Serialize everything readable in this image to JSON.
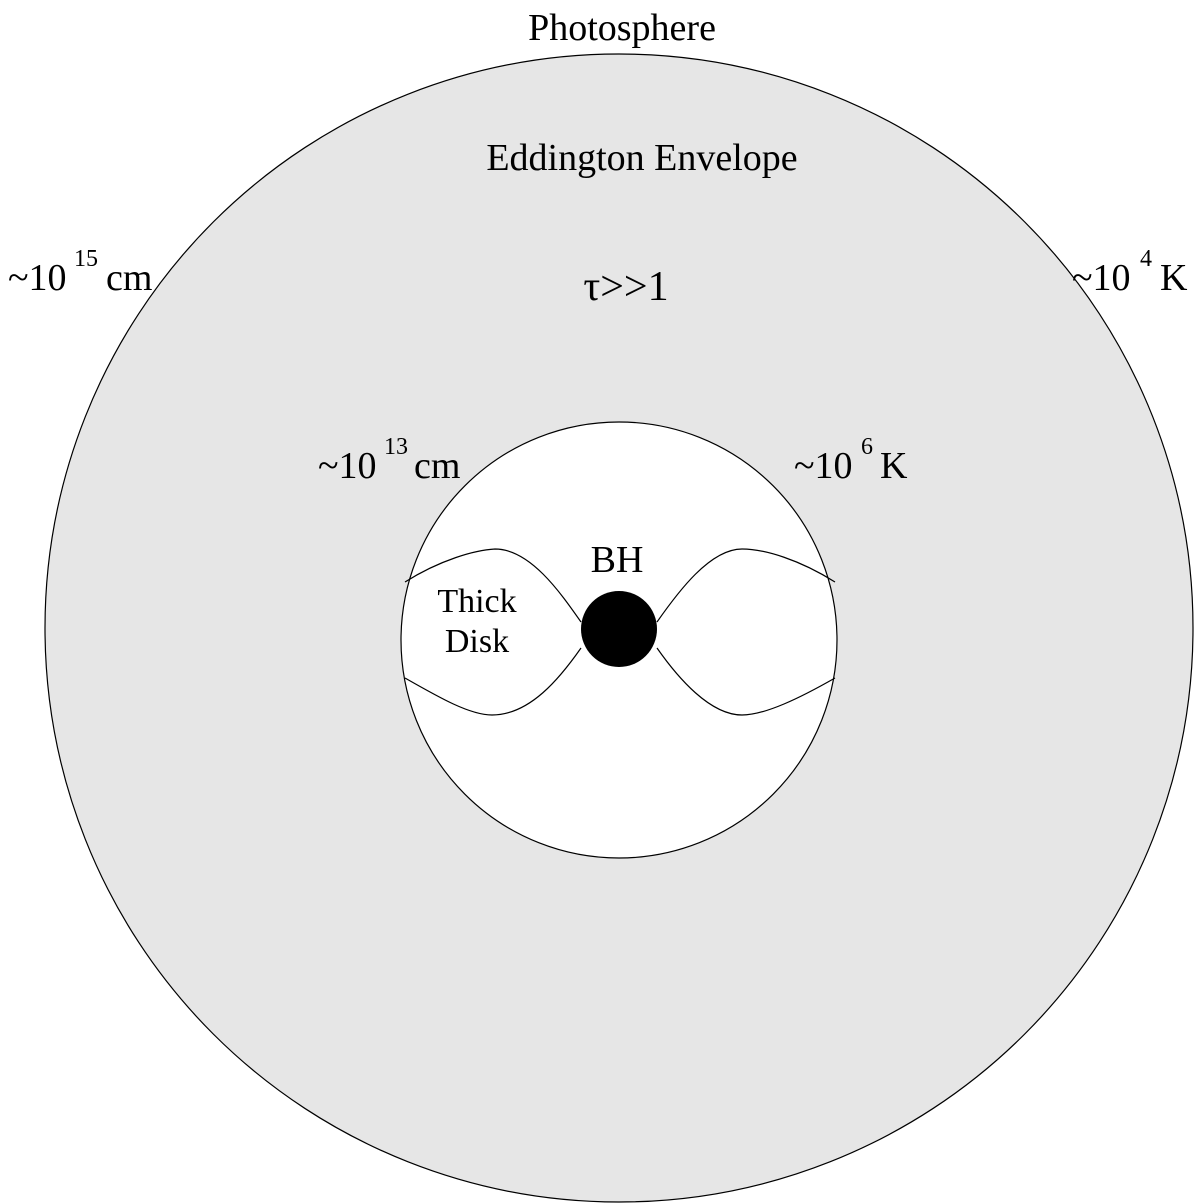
{
  "diagram": {
    "photosphere_label": "Photosphere",
    "envelope_label": "Eddington Envelope",
    "optical_depth_label": "τ>>1",
    "outer_radius": {
      "prefix": "~10",
      "exponent": "15",
      "unit": "cm"
    },
    "outer_temperature": {
      "prefix": "~10",
      "exponent": "4",
      "unit": "K"
    },
    "inner_radius": {
      "prefix": "~10",
      "exponent": "13",
      "unit": "cm"
    },
    "inner_temperature": {
      "prefix": "~10",
      "exponent": "6",
      "unit": "K"
    },
    "black_hole_label": "BH",
    "disk_label_line1": "Thick",
    "disk_label_line2": "Disk"
  },
  "colors": {
    "envelope_fill": "#e6e6e6",
    "inner_fill": "#ffffff",
    "black_hole_fill": "#000000",
    "stroke": "#000000"
  }
}
